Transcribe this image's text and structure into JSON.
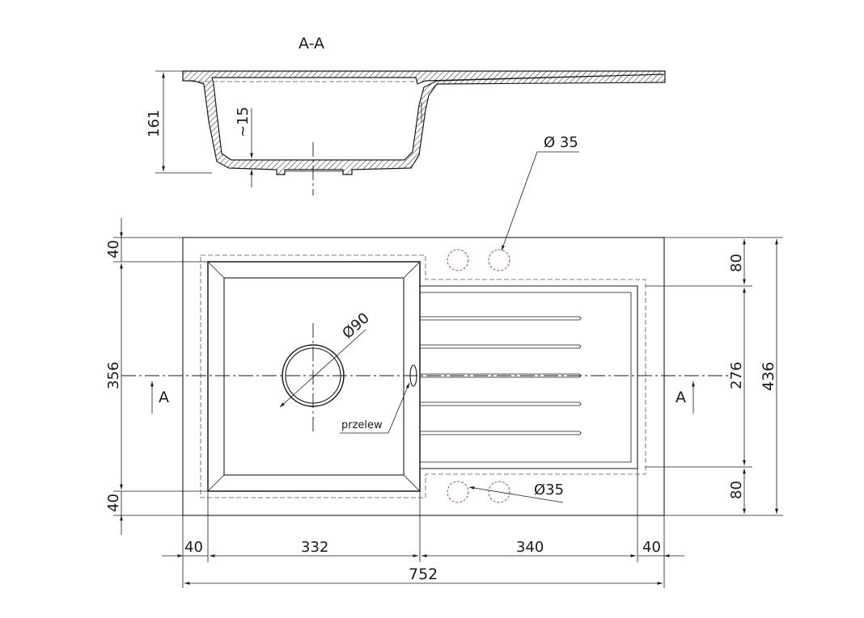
{
  "section": {
    "title": "A-A"
  },
  "section_view": {
    "depth_label": "161",
    "bottom_label": "~15"
  },
  "plan_view": {
    "left_dims": {
      "top": "40",
      "middle": "356",
      "bottom": "40"
    },
    "right_dims": {
      "top": "80",
      "middle": "276",
      "bottom": "80",
      "total": "436"
    },
    "bottom_dims": {
      "margin_left": "40",
      "bowl": "332",
      "drainer": "340",
      "margin_right": "40",
      "total": "752"
    },
    "section_marker_left": "A",
    "section_marker_right": "A",
    "drain_label": "Ø90",
    "tap_hole_top_label": "Ø 35",
    "tap_hole_bottom_label": "Ø35",
    "overflow_label": "przelew"
  },
  "colors": {
    "line": "#1a1a1a",
    "tap_hole": "#c0397a"
  }
}
